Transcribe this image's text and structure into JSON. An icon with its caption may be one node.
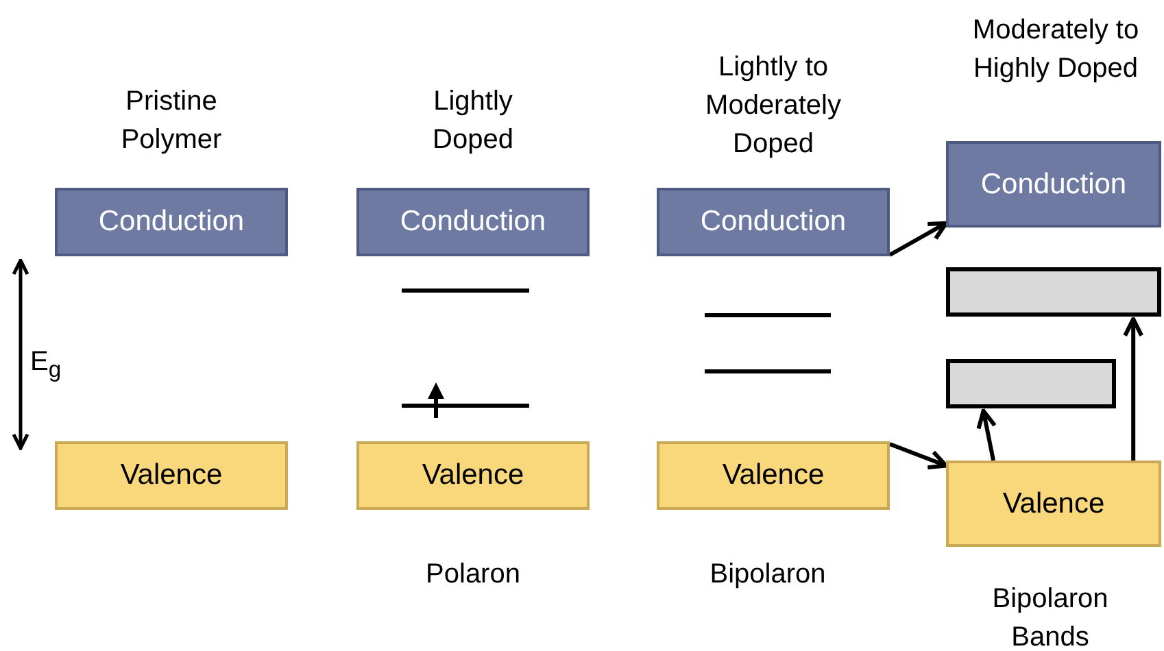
{
  "diagram": {
    "nodes": [
      {
        "text": [
          "Conduction"
        ]
      },
      {
        "text": [
          "Valence"
        ]
      },
      {
        "text": [
          "Conduction"
        ]
      },
      {
        "text": [
          "Valence"
        ]
      },
      {
        "text": [
          "Conduction"
        ]
      },
      {
        "text": [
          "Valence"
        ]
      },
      {
        "text": [
          "Conduction"
        ]
      },
      {
        "text": [],
        "shape": "box"
      },
      {
        "text": [],
        "shape": "box"
      },
      {
        "text": [
          "Valence"
        ]
      }
    ],
    "edges": [
      {
        "from": 4,
        "to": 6,
        "arrow": "to"
      },
      {
        "from": 5,
        "to": 9,
        "arrow": "to"
      },
      {
        "from": 9,
        "to": 8,
        "arrow": "to"
      },
      {
        "from": 9,
        "to": 7,
        "arrow": "to"
      }
    ],
    "labels": [
      "Pristine Polymer",
      "Lightly Doped",
      "Lightly to Moderately Doped",
      "Moderately to Highly Doped",
      "E$_{g}$",
      "Polaron",
      "Bipolaron",
      "Bipolaron Bands"
    ]
  }
}
